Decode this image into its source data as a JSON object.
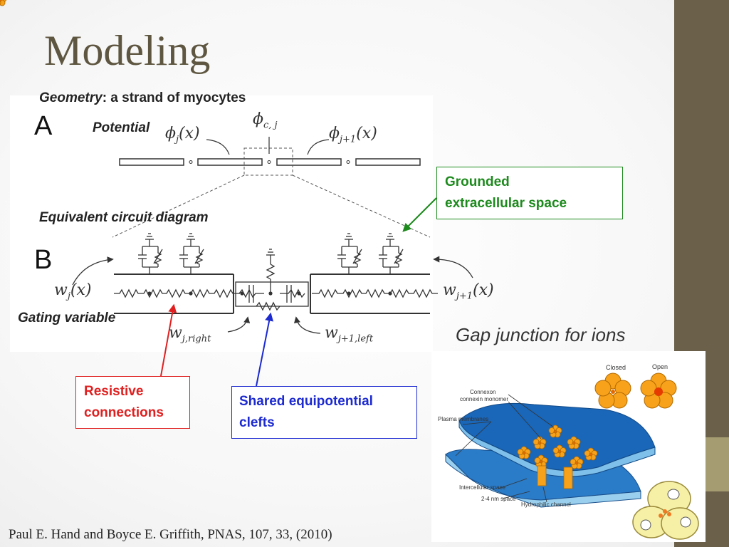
{
  "slide": {
    "title": "Modeling",
    "citation": "Paul E. Hand and Boyce E. Griffith, PNAS, 107, 33, (2010)"
  },
  "labels": {
    "geometry_term": "Geometry",
    "geometry_rest": ": a strand of myocytes",
    "potential": "Potential",
    "circuit": "Equivalent circuit diagram",
    "gating": "Gating variable",
    "gap_junction": "Gap junction for ions",
    "panel_a": "A",
    "panel_b": "B"
  },
  "callouts": {
    "grounded": [
      "Grounded",
      "extracellular space"
    ],
    "resistive": [
      "Resistive",
      "connections"
    ],
    "shared": [
      "Shared equipotential",
      "clefts"
    ]
  },
  "math": {
    "phi_j": "ϕ",
    "phi_j_sub": "j",
    "phi_j_arg": "(x)",
    "phi_c": "ϕ",
    "phi_c_sub": "c, j",
    "phi_j1": "ϕ",
    "phi_j1_sub": "j+1",
    "phi_j1_arg": "(x)",
    "w_j": "w",
    "w_j_sub": "j",
    "w_j_arg": "(x)",
    "w_j1": "w",
    "w_j1_sub": "j+1",
    "w_j1_arg": "(x)",
    "w_right": "w",
    "w_right_sub": "j,right",
    "w_left": "w",
    "w_left_sub": "j+1,left"
  },
  "gap_figure": {
    "closed": "Closed",
    "open": "Open",
    "connexon": "Connexon",
    "connexin_monomer": "connexin monomer",
    "plasma_membranes": "Plasma membranes",
    "intercellular_space": "Intercellular space",
    "nm_space": "2-4 nm space",
    "hydrophilic_channel": "Hydrophilic channel"
  },
  "colors": {
    "title": "#5e5640",
    "sidebar": "#6b604a",
    "sidebar_accent": "#a59c72",
    "green": "#1d8a1d",
    "red": "#e02020",
    "blue": "#1c2ad0",
    "membrane_blue": "#1a66b8",
    "connexon_orange": "#f7a21a"
  }
}
